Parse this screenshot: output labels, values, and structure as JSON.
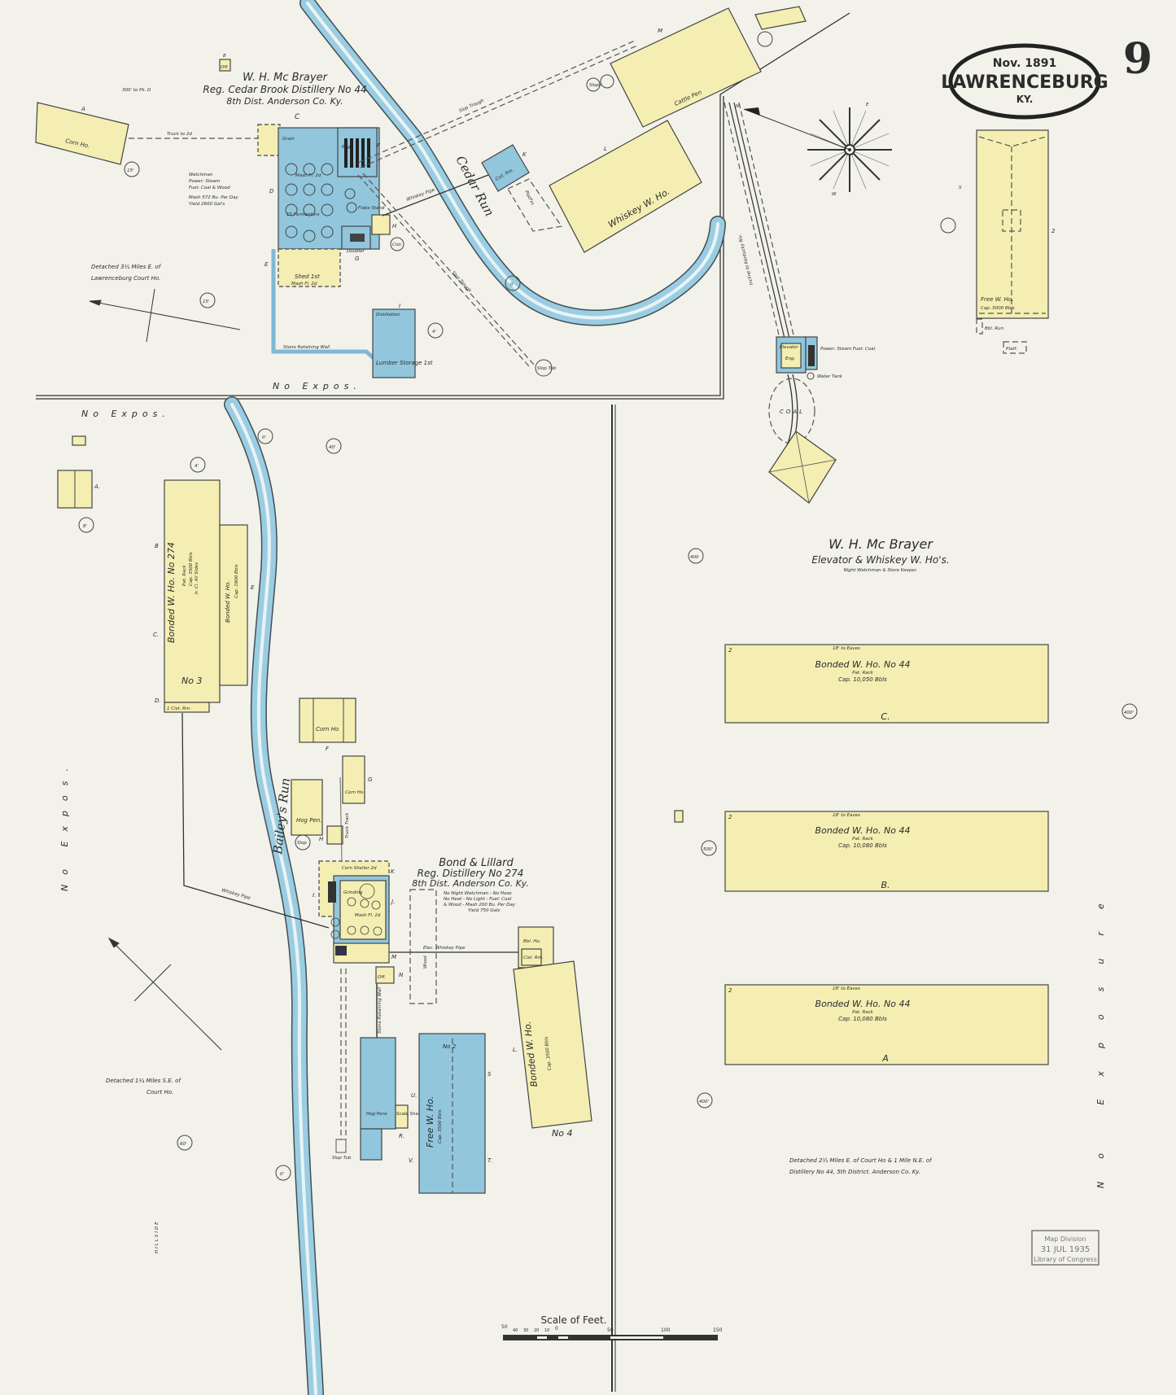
{
  "header": {
    "date": "Nov. 1891",
    "city": "LAWRENCEBURG",
    "state": "KY.",
    "sheet_number": "9"
  },
  "colors": {
    "paper": "#f2f1ea",
    "frame_building": "#f4eeb2",
    "brick_stone_building": "#91c6dd",
    "water": "#9bcde2"
  },
  "top_distillery": {
    "owner": "W. H. Mc Brayer",
    "name": "Reg. Cedar Brook Distillery No 44",
    "district": "8th Dist. Anderson Co. Ky.",
    "notes": [
      "Watchman",
      "Power: Steam",
      "Fuel: Coal & Wood",
      "Mash 572 Bu. Per Day",
      "Yield 2600 Gal's"
    ],
    "location": [
      "Detached 3½ Miles E. of",
      "Lawrenceburg Court Ho."
    ],
    "buildings": {
      "corn_ho": "Corn Ho.",
      "office": "Off.",
      "grain": "Grain",
      "eng": "Eng.",
      "mash_fl": "Mash Fl. 2d",
      "fermenters": "15 Fermenters",
      "shed": "Shed 1st",
      "shed2": "Mash Fl. 2d",
      "doubler": "Doubler",
      "lumber": "Lumber Storage 1st",
      "cist": "Cist.",
      "cist_rm": "Cist. Rm.",
      "whiskey_wh": "Whiskey W. Ho.",
      "cattle_pen": "Cattle Pen",
      "slops": "Slops",
      "platform": "Platf'm",
      "distillation": "Distillation",
      "flake_stand": "Flake Stand",
      "slop_tub": "Slop Tub"
    },
    "labels": [
      "A",
      "B",
      "C",
      "D",
      "E",
      "F",
      "G",
      "H",
      "I",
      "K",
      "L",
      "M"
    ],
    "annotations": {
      "truck": "Truck to 2d",
      "slop_trough": "Slop Trough",
      "slop_trough2": "Slop Trough",
      "whiskey_pipe": "Whiskey Pipe",
      "retaining_wall": "Stone Retaining Wall",
      "to_pike": "300' to Pk. D",
      "no_expos": "No Expos."
    }
  },
  "creeks": {
    "cedar_run": "Cedar Run",
    "baileys_run": "Bailey's Run"
  },
  "elevator": {
    "owner": "W. H. Mc Brayer",
    "name": "Elevator & Whiskey W. Ho's.",
    "note": "Night Watchman & Store Keeper.",
    "incline": "Incline to Kentucky Riv.",
    "elevator_bldg": "Elevator",
    "eng": "Eng.",
    "power": "Power: Steam Fuel: Coal.",
    "water_tank": "Water Tank",
    "coal": "COAL",
    "free_wh": {
      "name": "Free W. Ho.",
      "cap": "Cap. 5000 Bbls",
      "platform": "Platf.",
      "run": "Bbl. Run",
      "stories": "2"
    },
    "warehouses": [
      {
        "name": "Bonded W. Ho. No 44",
        "rack": "Pat. Rack",
        "cap": "Cap. 10,050 Bbls",
        "eaves": "18' to Eaves",
        "letter": "C.",
        "stories": "2"
      },
      {
        "name": "Bonded W. Ho. No 44",
        "rack": "Pat. Rack",
        "cap": "Cap. 10,080 Bbls",
        "eaves": "18' to Eaves",
        "letter": "B.",
        "stories": "2"
      },
      {
        "name": "Bonded W. Ho. No 44",
        "rack": "Pat. Rack",
        "cap": "Cap. 10,080 Bbls",
        "eaves": "18' to Eaves",
        "letter": "A",
        "stories": "2"
      }
    ],
    "location": [
      "Detached 2½ Miles E. of Court Ho & 1 Mile N.E. of",
      "Distillery No 44, 5th District. Anderson Co. Ky."
    ],
    "no_exposure": "No Exposure"
  },
  "bond_lillard": {
    "owner": "Bond & Lillard",
    "name": "Reg. Distillery No 274",
    "district": "8th Dist. Anderson Co. Ky.",
    "notes": [
      "No Night Watchman - No Hose",
      "No Heat - No Light - Fuel: Coal",
      "& Wood - Mash 200 Bu. Per Day",
      "Yield 750 Gals"
    ],
    "location": [
      "Detached 1¼ Miles S.E. of",
      "Court Ho."
    ],
    "buildings": {
      "bonded_274": "Bonded W. Ho. No 274",
      "bonded_274_cap": "Cap. 3500 Bbls",
      "bonded_274_rack": "Pat. Rack",
      "bonded_274_ir": "Ir. Cl. All Sides",
      "bonded_adj": "Bonded W. Ho.",
      "bonded_adj_cap": "Cap. 1800 Bbls",
      "no3": "No 3",
      "cist_rm": "1 Cist. Rm.",
      "corn_ho_f": "Corn Ho",
      "corn_ho_g": "Corn Ho.",
      "hog_pen": "Hog Pen.",
      "corn_sheller": "Corn Sheller 2d",
      "grinding": "Grinding",
      "mash": "Mash Fl. 2d",
      "bbl_ho": "Bbl. Ho.",
      "cist_rm2": "Cist. Rm.",
      "bonded_no4": "Bonded W. Ho.",
      "bonded_no4_cap": "Cap. 3500 Bbls",
      "no4": "No 4",
      "off": "Off.",
      "hog_pens": "Hog Pens",
      "scale": "Scale Shed",
      "free_no2": "Free W. Ho.",
      "no2": "No 2",
      "free_cap": "Cap. 3500 Bbls",
      "wood": "Wood",
      "slop": "Slop",
      "slop_tub": "Slop Tub"
    },
    "labels": [
      "A.",
      "B",
      "C.",
      "D.",
      "E",
      "F",
      "G",
      "H",
      "I.",
      "J.",
      "K",
      "L.",
      "M",
      "N",
      "R.",
      "S",
      "T.",
      "U.",
      "V."
    ],
    "annotations": {
      "whiskey_pipe": "Whiskey Pipe",
      "elec_pipe": "Elec. Whiskey Pipe",
      "truck": "Truck Track",
      "hillside": "HILLSIDE",
      "retaining": "Stone Retaining Wall",
      "no_expos_top": "No Expos.",
      "no_expos_side": "No Expos."
    }
  },
  "elevations": [
    "15'",
    "15'",
    "4'",
    "4'",
    "8'",
    "40'",
    "0'",
    "60'",
    "0'",
    "0",
    "400",
    "400'",
    "500'",
    "400'"
  ],
  "scale": {
    "title": "Scale of Feet.",
    "ticks": [
      "50",
      "40",
      "30",
      "20",
      "10",
      "0",
      "50",
      "100",
      "150"
    ]
  },
  "stamp": {
    "line1": "Map Division",
    "line2": "31 JUL 1935",
    "line3": "Library of Congress"
  },
  "compass": {
    "n": "N",
    "s": "S",
    "e": "E",
    "w": "W"
  }
}
